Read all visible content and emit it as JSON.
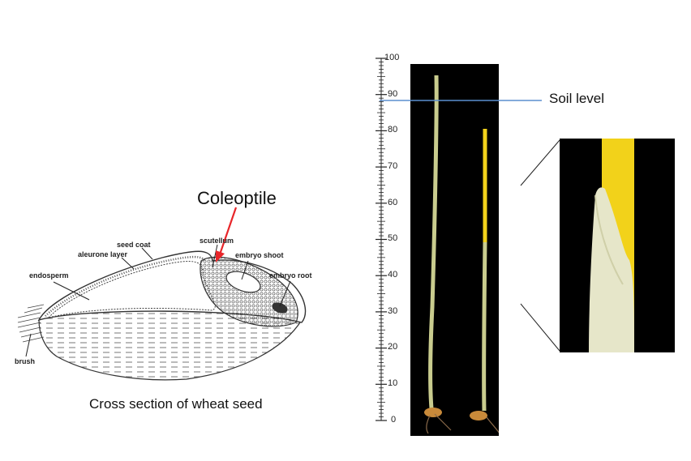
{
  "seed_diagram": {
    "coleoptile_title": "Coleoptile",
    "caption": "Cross section of wheat seed",
    "labels": {
      "seed_coat": "seed coat",
      "aleurone_layer": "aleurone layer",
      "scutellum": "scutellum",
      "embryo_shoot": "embryo shoot",
      "endosperm": "endosperm",
      "embryo_root": "embryo root",
      "brush": "brush"
    },
    "arrow_color": "#e8262a"
  },
  "ruler": {
    "ticks": [
      "100",
      "90",
      "80",
      "70",
      "60",
      "50",
      "40",
      "30",
      "20",
      "10",
      "0"
    ]
  },
  "soil_level": {
    "label": "Soil level",
    "line_color": "#5b8fcf"
  },
  "photo": {
    "background": "#000000",
    "seedling_colors": [
      "#c9cc8e",
      "#f2d21a"
    ]
  }
}
